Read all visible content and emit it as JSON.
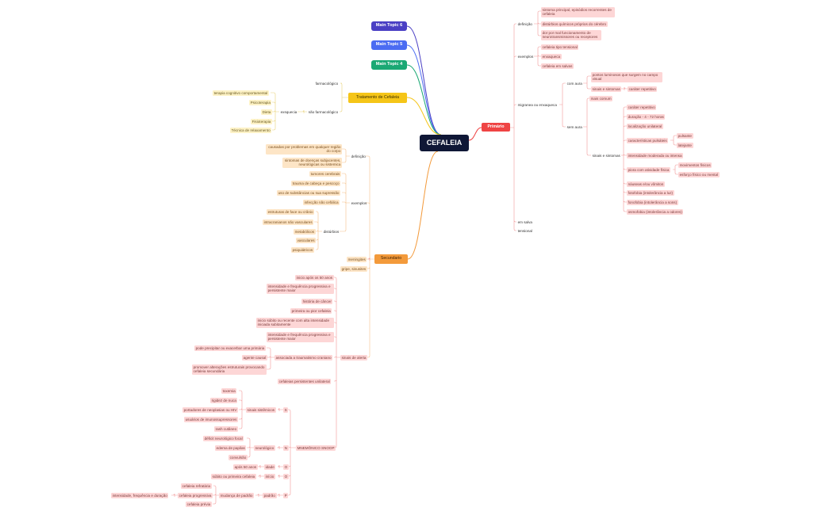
{
  "root": "CEFALEIA",
  "main_topics": {
    "mt6": "Main Topic 6",
    "mt5": "Main Topic 5",
    "mt4": "Main Topic 4",
    "tratamento": "Tratamento de Cefaleia",
    "secundario": "Secundario",
    "primario": "Primário"
  },
  "tratamento": {
    "farmacologico": "farmacológico",
    "nao_farmacologico": "não farmacológico",
    "exs": "exsquecia",
    "items": [
      "terapia cognitivo comportamental",
      "Psicoterapia",
      "Dieta",
      "Fisioterapia",
      "Técnica de relaxamento"
    ]
  },
  "primario": {
    "definicao": "definição",
    "definicao_items": [
      "sintoma principal, episódios recorrentes de cefaleia",
      "distúrbios químicos próprios do cérebro",
      "dor por mal funcionamento de neurotransmissores ou receptores"
    ],
    "exemplos": "exemplos",
    "exemplos_items": [
      "cefaleia tipo tensional",
      "enxaqueca",
      "cefaleia em salvas"
    ],
    "migranea": "migranea ou enxaqueca",
    "com_aura": "com aura",
    "com_aura_items": [
      "pontos luminosos que surgem no campo visual",
      "sinais e sintomas"
    ],
    "carater_repetitivo": "caráter repetitivo",
    "sem_aura": "sem aura",
    "mais_comum": "mais comum",
    "sinais_sintomas": "sinais e sintomas",
    "ss_items": [
      "caráter repetitivo",
      "duração - 4 - 72 horas",
      "localização unilateral",
      "características pulsáteis",
      "intensidade moderada ou intensa",
      "piora com atividade física",
      "náuseas e/ou vômitos",
      "fotofobia (intolerância a luz)",
      "fonofobia (intolerância a sons)",
      "osmofobia (intolerância a odores)"
    ],
    "pulsantes": [
      "pulsante",
      "latejante"
    ],
    "atividade": [
      "movimentos físicos",
      "esforço físico ou mental"
    ],
    "em_salva": "em salva",
    "tensional": "tensional"
  },
  "secundario": {
    "definicao": "definição",
    "definicao_items": [
      "causadas por problemas em qualquer região do corpo",
      "sintomas de doenças subjacentes, neurológicas ou sistemica"
    ],
    "exemplos": "exemplos",
    "exemplos_items": [
      "tumores cerebrais",
      "trauma de cabeça e pescoço",
      "uso de substâncias ou sua supressão",
      "infecção não cefálica"
    ],
    "disturbios": "distúrbios",
    "disturbios_items": [
      "estruturas de face ou crânio",
      "intracranianos não vasculares",
      "metabólicos",
      "vasculares",
      "psiquiátricos"
    ],
    "meningites": "meningites",
    "gripe": "gripe, sinusites",
    "sinais_alerta": "sinais de alerta",
    "alerta_items": [
      "inicio após os 50 anos",
      "intensidade e frequência progressiva e persistente maior",
      "história de câncer",
      "primeira ou pior cefaleia",
      "inicio súbito ou recente com alta intensidade iniciada subitamente",
      "intensidade e frequência progressiva e persistente maior",
      "associada a traumatismo craniano",
      "cefaleias persistentes unilateral"
    ],
    "trauma_items": [
      "pode precipitar ou exacerbar uma primária",
      "agente causal",
      "promover alterações estruturais provocando cefaleia secundária"
    ],
    "mnemonico": "MNEMÔNICO SNOOP",
    "letters": [
      "S",
      "N",
      "O",
      "O",
      "P"
    ],
    "sinais_sistemicos": "sinais sistêmicos",
    "sistemicos_items": [
      "toxemia",
      "rigidez de nuca",
      "portadores de neoplasias ou HIV",
      "usuários de imunossupressores",
      "rash cutâneo"
    ],
    "neurologico": "neurológico",
    "neuro_items": [
      "déficit neurológico focal",
      "edema de papilas",
      "convulsão"
    ],
    "idade": "idade",
    "idade_item": "após 50 anos",
    "inicio": "início",
    "inicio_item": "súbito ou primeira cefaleia",
    "padrao": "padrão",
    "mudanca": "mudança de padrão",
    "padrao_items": [
      "cefaleia refratária",
      "cefaleia progressiva",
      "cefaleia prévia"
    ],
    "intensidade": "intensidade, frequência e duração"
  },
  "colors": {
    "root": "#0f1736",
    "mt6": "#4a3fc4",
    "mt5": "#4b6cf2",
    "mt4": "#1aa874",
    "tratamento": "#f5c518",
    "secundario": "#f39a3b",
    "primario": "#ef4444"
  }
}
